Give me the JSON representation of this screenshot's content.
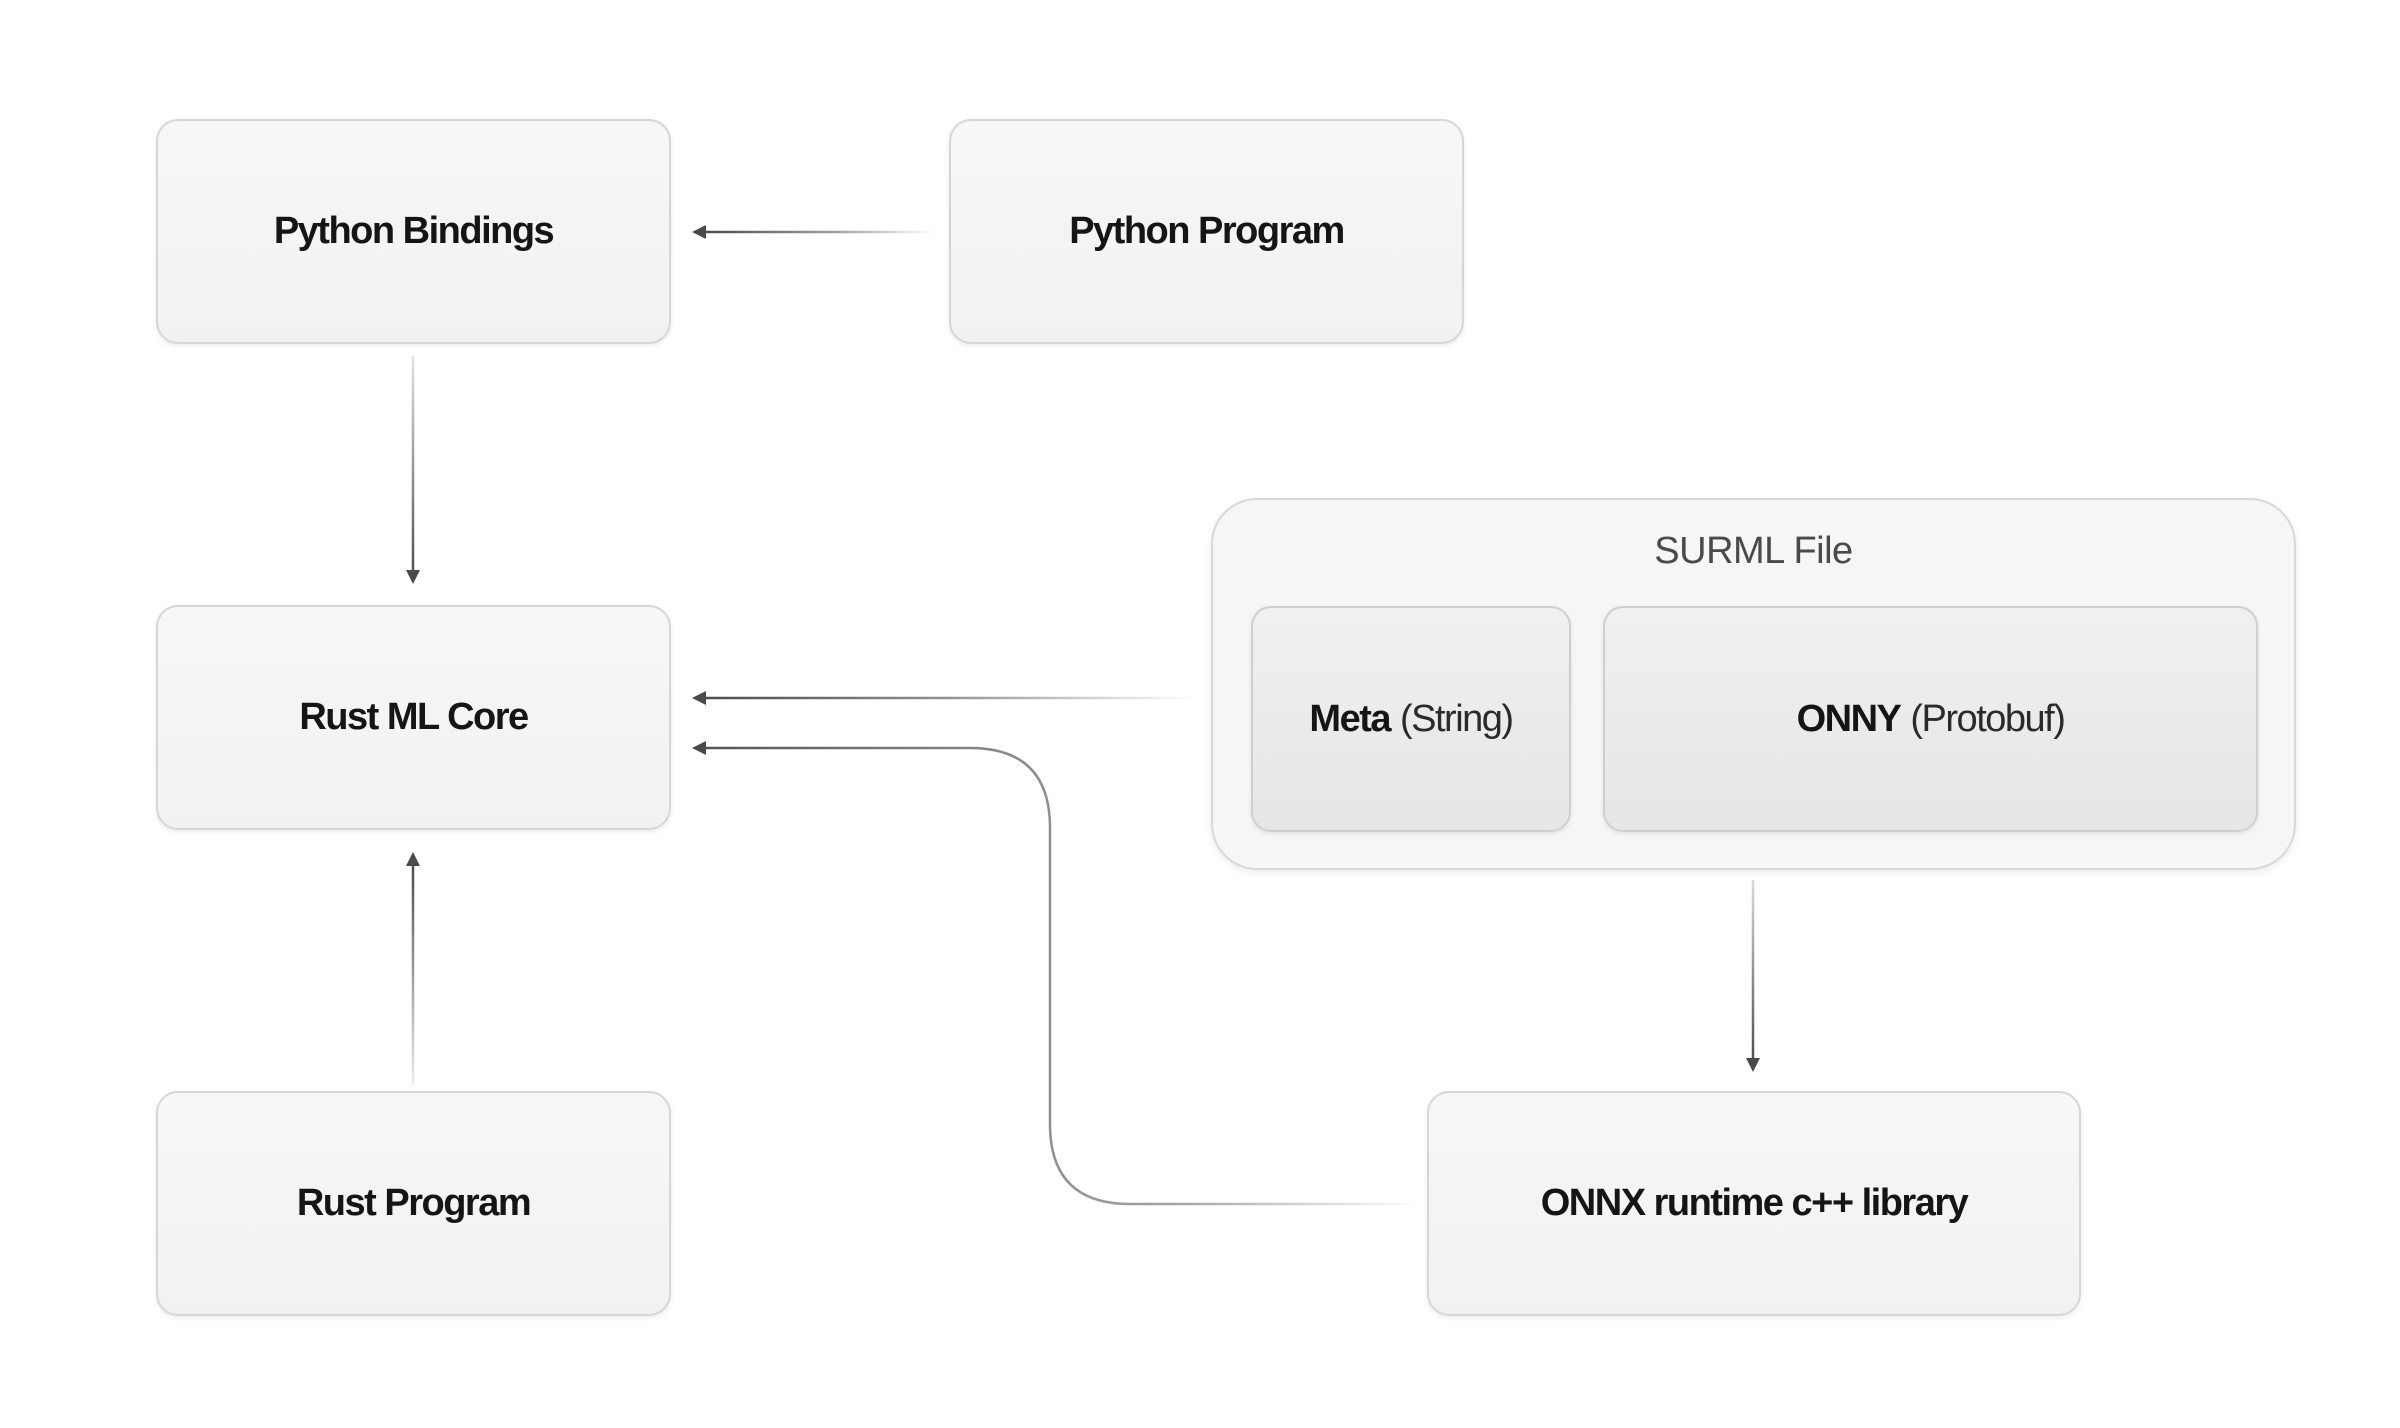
{
  "nodes": {
    "python_bindings": "Python Bindings",
    "python_program": "Python Program",
    "rust_ml_core": "Rust ML Core",
    "rust_program": "Rust Program",
    "onnx_runtime": "ONNX runtime c++ library"
  },
  "surml_file": {
    "title": "SURML File",
    "meta": {
      "name": "Meta",
      "type": "(String)"
    },
    "onny": {
      "name": "ONNY",
      "type": "(Protobuf)"
    }
  },
  "edges": [
    {
      "from": "Python Program",
      "to": "Python Bindings"
    },
    {
      "from": "Python Bindings",
      "to": "Rust ML Core"
    },
    {
      "from": "SURML File",
      "to": "Rust ML Core"
    },
    {
      "from": "ONNX runtime c++ library",
      "to": "Rust ML Core"
    },
    {
      "from": "Rust Program",
      "to": "Rust ML Core"
    },
    {
      "from": "SURML File",
      "to": "ONNX runtime c++ library"
    }
  ],
  "colors": {
    "edge": "#4a4a4a",
    "node_border": "#d6d6d6",
    "node_fill": "#f4f4f4"
  }
}
